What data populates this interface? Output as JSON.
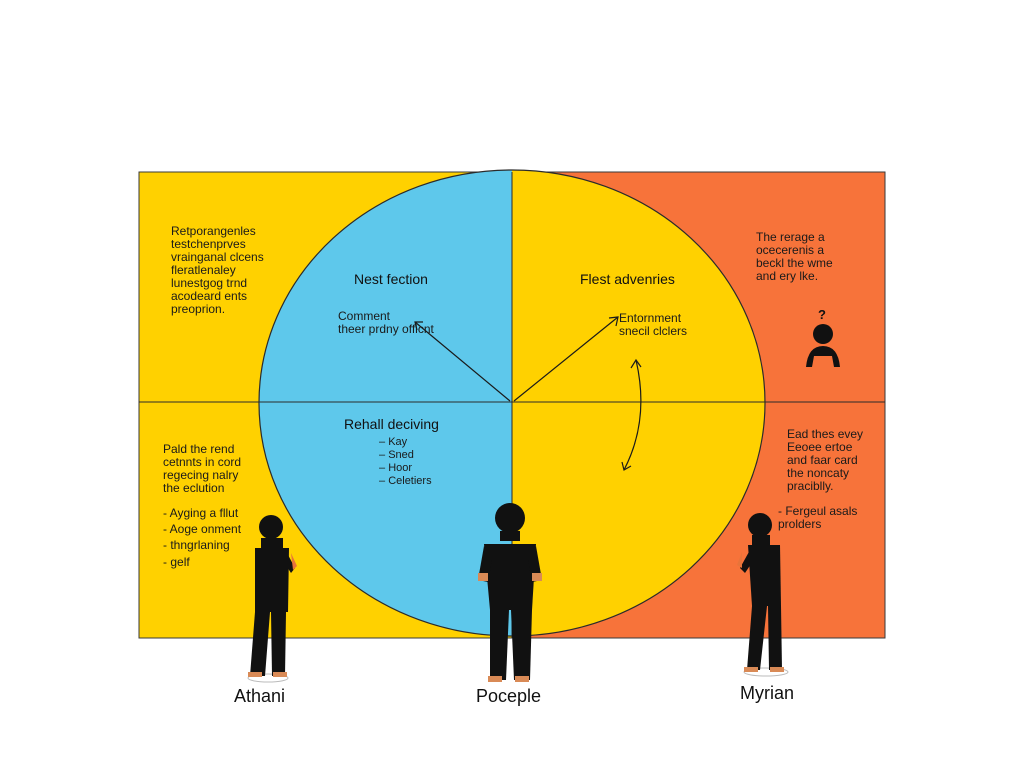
{
  "colors": {
    "yellow": "#FFD100",
    "blue": "#5EC8EB",
    "orange": "#F7733A",
    "ink": "#111111"
  },
  "left": {
    "upper_text": "Retporangenles\ntestchenprves\nvrainganal clcens\nfleratlenaley\nlunestgog trnd\nacodeard ents\npreoprion.",
    "lower_text": "Pald the rend\ncetnnts in cord\nregecing nalry\nthe eclution",
    "bullets": [
      "Ayging a fllut",
      "Aoge onment",
      "thngrlaning",
      "gelf"
    ]
  },
  "circle": {
    "top_left": {
      "heading": "Nest fection",
      "sub": "Comment\ntheer prdny officnt"
    },
    "top_right": {
      "heading": "Flest advenries",
      "sub": "Entornment\nsnecil clclers"
    },
    "bottom_left": {
      "heading": "Rehall deciving",
      "bullets": [
        "Kay",
        "Sned",
        "Hoor",
        "Celetiers"
      ]
    }
  },
  "right": {
    "upper_text": "The rerage a\nocecerenis a\nbeckl the wme\nand ery lke.",
    "question_mark": "?",
    "lower_text": "Ead thes evey\nEeoee ertoe\nand faar card\nthe noncaty\npraciblly.",
    "bullet": "Fergeul asals\nprolders"
  },
  "people": {
    "left_name": "Athani",
    "center_name": "Poceple",
    "right_name": "Myrian"
  }
}
